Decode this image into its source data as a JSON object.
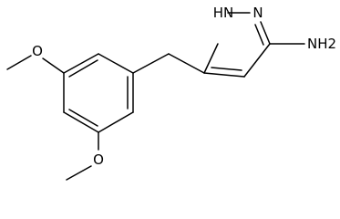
{
  "molecule": {
    "atoms": {
      "nh": "HN",
      "n": "N",
      "nh2": "NH2",
      "o_top": "O",
      "o_bottom": "O"
    }
  }
}
